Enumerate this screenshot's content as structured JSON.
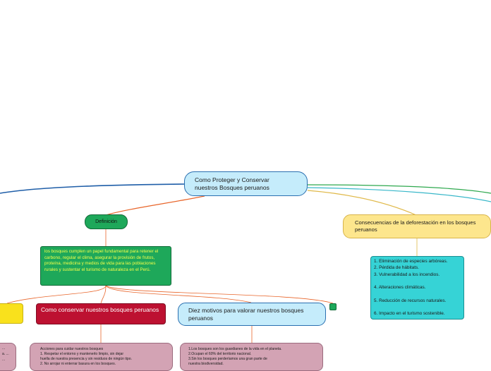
{
  "root": {
    "title_line1": "Como Proteger y Conservar",
    "title_line2": "nuestros Bosques peruanos"
  },
  "definicion": {
    "label": "Definición",
    "text": "los bosques cumplen un papel fundamental para retener el carbono, regular el clima, asegurar la provisión de frutos, proteína, medicina y medios de vida para las poblaciones rurales y sustentar el turismo de naturaleza en el Perú."
  },
  "consecuencias": {
    "title": "Consecuencias de la deforestación en los bosques peruanos",
    "items": [
      "1. Eliminación de especies arbóreas.",
      "2. Pérdida de hábitats.",
      "3. Vulnerabilidad a los incendios.",
      "4. Alteraciones climáticas.",
      "5. Reducción de recursos naturales.",
      "6. Impacto en el turismo sostenible."
    ]
  },
  "conservar": {
    "title": "Como conservar nuestros bosques peruanos",
    "lines": [
      "Acciones para cuidar nuestros bosques",
      "1. Respetar el entorno y mantenerlo limpio, sin dejar",
      "huella de nuestra presencia y sin residuos de ningún tipo.",
      "2. No arrojar ni enterrar basura en los bosques."
    ]
  },
  "motivos": {
    "title": "Diez motivos para valorar nuestros bosques peruanos",
    "lines": [
      "1.Los bosques son los guardianes de la vida en el planeta.",
      "2.Ocupan el 60% del territorio nacional.",
      "3.Sin los bosques perderíamos una gran parte de",
      "nuestra biodiversidad."
    ]
  },
  "left_stub": {
    "lines": [
      "...",
      "a. ...",
      "..."
    ]
  },
  "colors": {
    "root_fill": "#c5ecfb",
    "green": "#1ea85a",
    "yellow_text": "#f4ff4a",
    "conseq_fill": "#fde68d",
    "cyan": "#36d3d6",
    "red": "#bd1131",
    "pink": "#d3a3b4",
    "yellow": "#f9e11c",
    "line_blue": "#1f5ea8",
    "line_orange": "#e8652a",
    "line_green": "#2ea84e",
    "line_cyan": "#38b7c9",
    "line_gold": "#e0b94a"
  }
}
